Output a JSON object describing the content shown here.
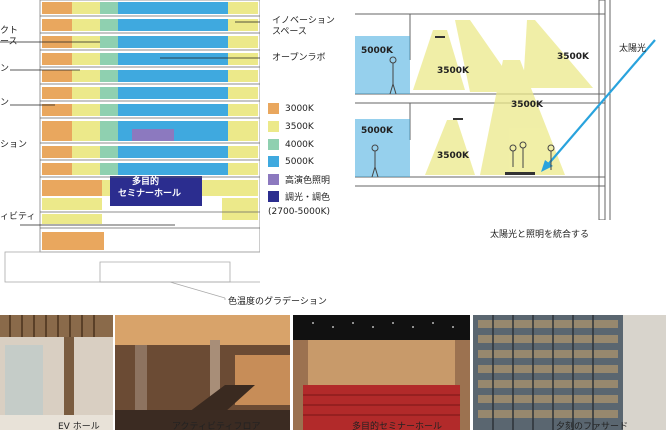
{
  "building_section": {
    "left_labels": [
      "クト",
      "ース",
      "ン",
      "ション",
      "ィビティ"
    ],
    "right_labels": {
      "innovation_line1": "イノベーション",
      "innovation_line2": "スペース",
      "open_lab": "オープンラボ"
    },
    "hall_label_line1": "多目的",
    "hall_label_line2": "セミナーホール",
    "caption": "色温度のグラデーション"
  },
  "legend": {
    "items": [
      {
        "label": "3000K",
        "color": "#e9a75e"
      },
      {
        "label": "3500K",
        "color": "#ece98a"
      },
      {
        "label": "4000K",
        "color": "#8fd0b0"
      },
      {
        "label": "5000K",
        "color": "#3fa9df"
      },
      {
        "label": "高演色照明",
        "color": "#8c79bf"
      },
      {
        "label": "調光・調色",
        "color": "#2b2d8f"
      }
    ],
    "range_note": "(2700-5000K)"
  },
  "section_diagram": {
    "sunlight_label": "太陽光",
    "labels": {
      "k5000_upper": "5000K",
      "k3500_a": "3500K",
      "k3500_b": "3500K",
      "k3500_c": "3500K",
      "k5000_lower": "5000K",
      "k3500_d": "3500K"
    },
    "caption": "太陽光と照明を統合する"
  },
  "photos": [
    {
      "caption": "EV ホール"
    },
    {
      "caption": "アクティビティフロア"
    },
    {
      "caption": "多目的セミナーホール"
    },
    {
      "caption": "夕刻のファサード"
    }
  ]
}
